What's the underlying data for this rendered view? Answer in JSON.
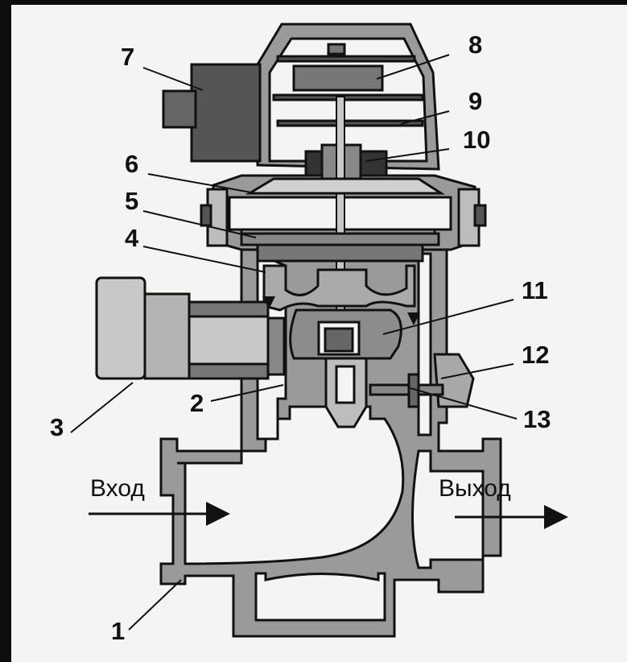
{
  "diagram": {
    "callouts": [
      "1",
      "2",
      "3",
      "4",
      "5",
      "6",
      "7",
      "8",
      "9",
      "10",
      "11",
      "12",
      "13"
    ],
    "inlet_label": "Вход",
    "outlet_label": "Выход"
  },
  "colors": {
    "background": "#0e0e0e",
    "paper": "#f4f4f2",
    "housing": "#9a9a9a",
    "dark_part": "#555555",
    "light_part": "#c8c8c8",
    "outline": "#111111"
  }
}
